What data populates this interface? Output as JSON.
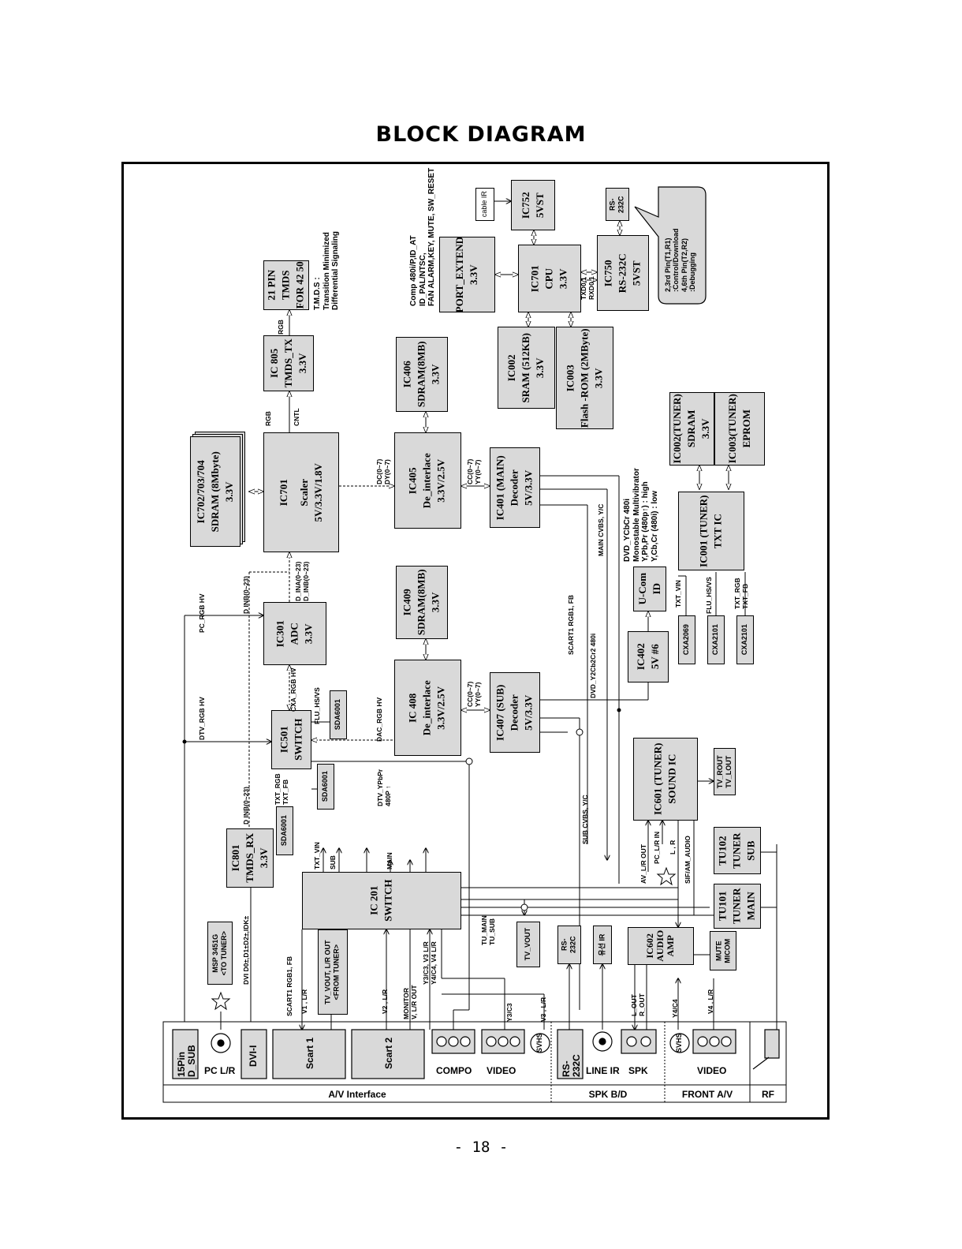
{
  "title": "BLOCK DIAGRAM",
  "page_number": "- 18 -",
  "blocks": {
    "sdram_702": [
      "IC702/703/704",
      "SDRAM (8Mbyte)",
      "3.3V"
    ],
    "scaler": [
      "IC701",
      "Scaler",
      "5V/3.3V/1.8V"
    ],
    "tmds_tx": [
      "IC 805",
      "TMDS_TX",
      "3.3V"
    ],
    "tmds_pin": [
      "21 PIN",
      "TMDS",
      "FOR 42   50"
    ],
    "sdram_406": [
      "IC406",
      "SDRAM(8MB)",
      "3.3V"
    ],
    "deint_405": [
      "IC405",
      "De_interlace",
      "3.3V/2.5V"
    ],
    "decoder_main": [
      "IC401 (MAIN)",
      "Decoder",
      "5V/3.3V"
    ],
    "port_extend": [
      "PORT_EXTEND",
      "3.3V"
    ],
    "cpu": [
      "IC701",
      "CPU",
      "3.3V"
    ],
    "ic752": [
      "IC752",
      "5VST"
    ],
    "sram": [
      "IC002",
      "SRAM  (512KB)",
      "3.3V"
    ],
    "flash": [
      "IC003",
      "Flash -ROM   (2MByte)",
      "3.3V"
    ],
    "rs232c_ic": [
      "IC750",
      "RS-232C",
      "5VST"
    ],
    "rs_small": [
      "RS-",
      "232C"
    ],
    "sdram_tuner": [
      "IC002(TUNER)",
      "SDRAM",
      "3.3V"
    ],
    "eprom": [
      "IC003(TUNER)",
      "EPROM"
    ],
    "txt_ic": [
      "IC001 (TUNER)",
      "TXT IC"
    ],
    "ucom": [
      "U-Com",
      "ID"
    ],
    "ic402": [
      "IC402",
      "5V  #6"
    ],
    "sdram_409": [
      "IC409",
      "SDRAM(8MB)",
      "3.3V"
    ],
    "deint_408": [
      "IC 408",
      "De_interlace",
      "3.3V/2.5V"
    ],
    "decoder_sub": [
      "IC407 (SUB)",
      "Decoder",
      "5V/3.3V"
    ],
    "adc": [
      "IC301",
      "ADC",
      "3.3V"
    ],
    "switch_501": [
      "IC501",
      "SWITCH"
    ],
    "tmds_rx": [
      "IC801",
      "TMDS_RX",
      "3.3V"
    ],
    "switch_201": [
      "IC 201",
      "SWITCH"
    ],
    "sound_ic": [
      "IC601 (TUNER)",
      "SOUND IC"
    ],
    "tu102": [
      "TU102",
      "TUNER",
      "SUB"
    ],
    "tu101": [
      "TU101",
      "TUNER",
      "MAIN"
    ],
    "audio_amp": [
      "IC602",
      "AUDIO",
      "AMP"
    ],
    "mute": [
      "MUTE",
      "MICOM"
    ],
    "tv_vout": [
      "TV_VOUT"
    ],
    "rs_232c_box": [
      "RS-",
      "232C"
    ],
    "ir_box": [
      "유선 IR"
    ],
    "tv_rout": [
      "TV_ROUT",
      "TV_LOUT"
    ],
    "cxa2069": [
      "CXA2069"
    ],
    "cxa2101a": [
      "CXA2101"
    ],
    "cxa2101b": [
      "CXA2101"
    ],
    "sda6001a": [
      "SDA6001"
    ],
    "sda6001b": [
      "SDA6001"
    ],
    "sda6001c": [
      "SDA6001"
    ],
    "msp": [
      "MSP 3451G",
      "<TO TUNER>"
    ],
    "tvvout_from": [
      "TV_VOUT, L/R OUT",
      "<FROM TUNER>"
    ],
    "cable_ir": [
      "cable IR"
    ]
  },
  "balloon": [
    "2,3rd Pin(T1,R1)",
    ":Control/Download",
    "4,6th Pin(T2,R2)",
    ":Debugging"
  ],
  "labels": {
    "rgb1": "RGB",
    "rgb2": "RGB",
    "cntl": "CNTL",
    "tmds_note": [
      "T.M.D.S :",
      "Transition Minimized",
      "Differential Signaling"
    ],
    "comp_note": [
      "Comp 480i/P,ID_AT",
      "ID_PAL/NTSC,",
      "FAN ALARM,KEY, MUTE, SW_RESET"
    ],
    "dc_dy_main": [
      "DC(0~7)",
      "DY(0~7)"
    ],
    "cc_yy_main": [
      "CC(0~7)",
      "YY(0~7)"
    ],
    "dc_dy_sub": [
      "CC(0~7)",
      "YY(0~7)"
    ],
    "txd_rxd": [
      "TXD0,1",
      "RXD0,1"
    ],
    "pc_rgb_hv": "PC_RGB HV",
    "dtv_rgb_hv": "DTV_RGB HV",
    "d_inb_top": "D INB(0~23)",
    "d_ina": [
      "D_INA(0~23)",
      "D_INB(0~23)"
    ],
    "cxa_rgb_hv": "CXA_RGB HV",
    "flu_hs_vs": "FLU_HS/VS",
    "dac_rgb_hv": "DAC_RGB HV",
    "txt_rgb_sw": [
      "TXT_RGB",
      "TXT_FB"
    ],
    "d_inb_bot": "D INB(0~23)",
    "dtv_ypbpr": [
      "DTV_YPbPr",
      "480P ↑"
    ],
    "dvi_d": "DVI D0±,D1±D2±,IDK±",
    "scart1_rgb_fb": "SCART1 RGB1,  FB",
    "v1_lr": "V1 , L/R",
    "v2_lr": "V2 , L/R",
    "monitor": [
      "MONITOR",
      "V, L/R OUT"
    ],
    "y3c3": [
      "Y3/C3, V3 L/R",
      "Y4/C4, V4 L/R"
    ],
    "y3c3_b": "Y3/C3",
    "v3_lr": "V3 , L/R",
    "txt_vin_sw": "TXT_VIN",
    "sub": "SUB",
    "main": "MAIN",
    "tu_main": [
      "TU_MAIN",
      "TU_SUB"
    ],
    "scart1_rgb1_fb": "SCART1 RGB1,  FB",
    "dvd_y2cb2": "DVD_Y2Cb2Cr2 480i",
    "main_cvbs": "MAIN CVBS, Y/C",
    "sub_cvbs": "SUB CVBS, Y/C",
    "dvd_ycbcr": [
      "DVD_YCbCr 480i",
      "Monostable Multivibrator",
      "Y,Pb,Pr (480p↑)  : high",
      "Y,Cb,Cr (480i)      : low"
    ],
    "txt_vin": "TXT_VIN",
    "flu_hs_vs2": "FLU_HS/VS",
    "txt_rgb2": [
      "TXT_RGB",
      "TXT_FB"
    ],
    "av_lr_out": "AV_L/R OUT",
    "pc_lr_in": "PC_L/R IN",
    "l_r": "L , R",
    "sif_am": "SIF/AM_AUDIO",
    "l_out": [
      "L_OUT",
      "R_OUT"
    ],
    "y4c4": "Y4/C4",
    "v4_lr": "V4 , L/R"
  },
  "connectors": {
    "d_sub": [
      "15Pin",
      "D_SUB"
    ],
    "pc_lr": "PC L/R",
    "dvi": "DVI-I",
    "scart1": "Scart 1",
    "scart2": "Scart 2",
    "compo": "COMPO",
    "video1": "VIDEO",
    "svhs1": "SVHS",
    "rs232c": [
      "RS-",
      "232C"
    ],
    "line_ir": "LINE IR",
    "spk": "SPK",
    "svhs2": "SVHS",
    "video2": "VIDEO"
  },
  "sections": [
    "A/V Interface",
    "SPK B/D",
    "FRONT A/V",
    "RF"
  ]
}
